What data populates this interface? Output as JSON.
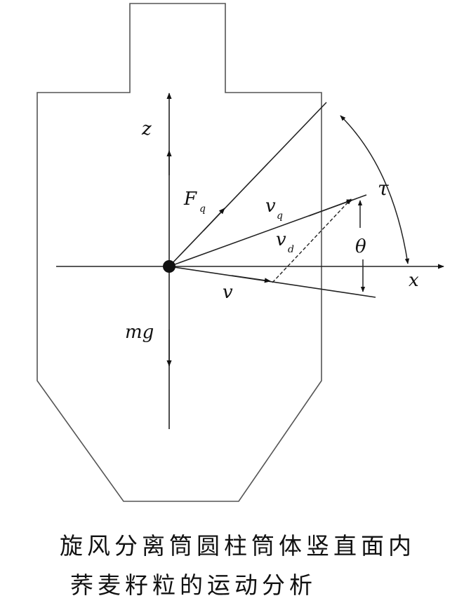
{
  "diagram": {
    "labels": {
      "z_axis": "z",
      "x_axis": "x",
      "force_q_main": "F",
      "force_q_sub": "q",
      "vel_q_main": "v",
      "vel_q_sub": "q",
      "vel_d_main": "v",
      "vel_d_sub": "d",
      "vel": "v",
      "gravity": "mg",
      "angle_theta": "θ",
      "angle_tau": "τ"
    },
    "caption_line1": "旋风分离筒圆柱筒体竖直面内",
    "caption_line2": "荞麦籽粒的运动分析",
    "colors": {
      "stroke": "#222222",
      "outline": "#555555"
    }
  }
}
